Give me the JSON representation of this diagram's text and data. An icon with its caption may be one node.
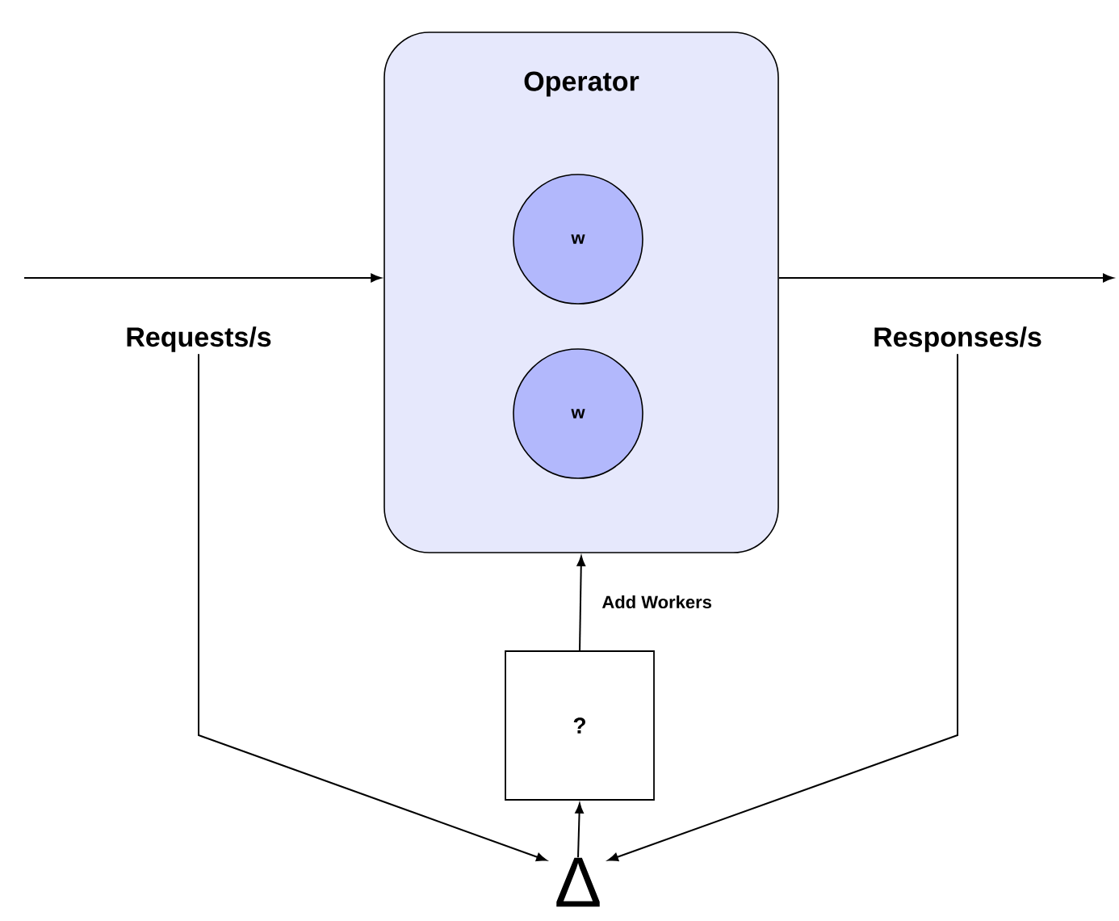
{
  "diagram": {
    "nodes": [
      {
        "text": [
          "Operator"
        ]
      },
      {
        "text": [
          "w"
        ],
        "in": 0
      },
      {
        "text": [
          "w"
        ],
        "in": 0
      },
      {
        "text": [
          "Requests/s"
        ]
      },
      {
        "text": [
          "Responses/s"
        ]
      },
      {
        "text": [
          "?"
        ]
      },
      {
        "text": [
          "Δ"
        ]
      }
    ],
    "edges": [
      {
        "from": null,
        "to": 0,
        "arrow": "to"
      },
      {
        "from": 0,
        "to": null,
        "arrow": "to"
      },
      {
        "from": 3,
        "to": 6,
        "arrow": "to"
      },
      {
        "from": 4,
        "to": 6,
        "arrow": "to"
      },
      {
        "from": 6,
        "to": 5,
        "arrow": "to"
      },
      {
        "from": 5,
        "to": 0,
        "arrow": "to",
        "label": "Add Workers"
      }
    ]
  }
}
